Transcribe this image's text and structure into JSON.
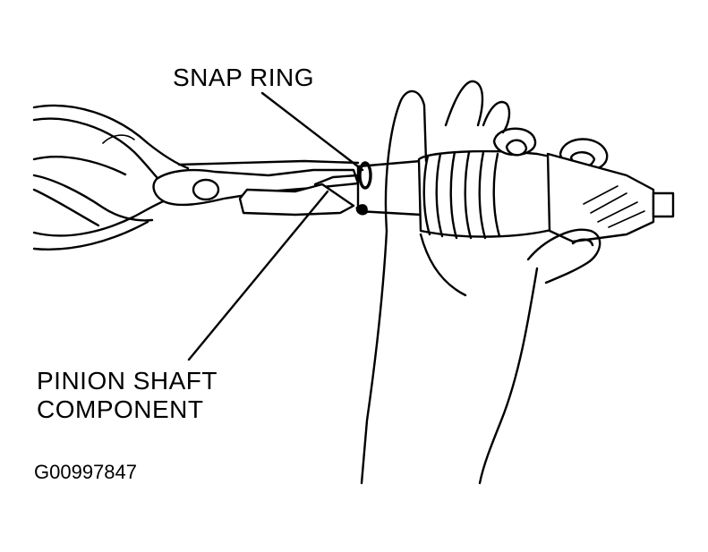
{
  "labels": {
    "snap_ring": "SNAP RING",
    "pinion_line1": "PINION SHAFT",
    "pinion_line2": "COMPONENT",
    "figure_id": "G00997847"
  },
  "icons": [
    "pliers-icon",
    "hand-icon",
    "pinion-shaft-icon",
    "snap-ring-icon"
  ],
  "colors": {
    "ink": "#000000",
    "paper": "#ffffff"
  }
}
